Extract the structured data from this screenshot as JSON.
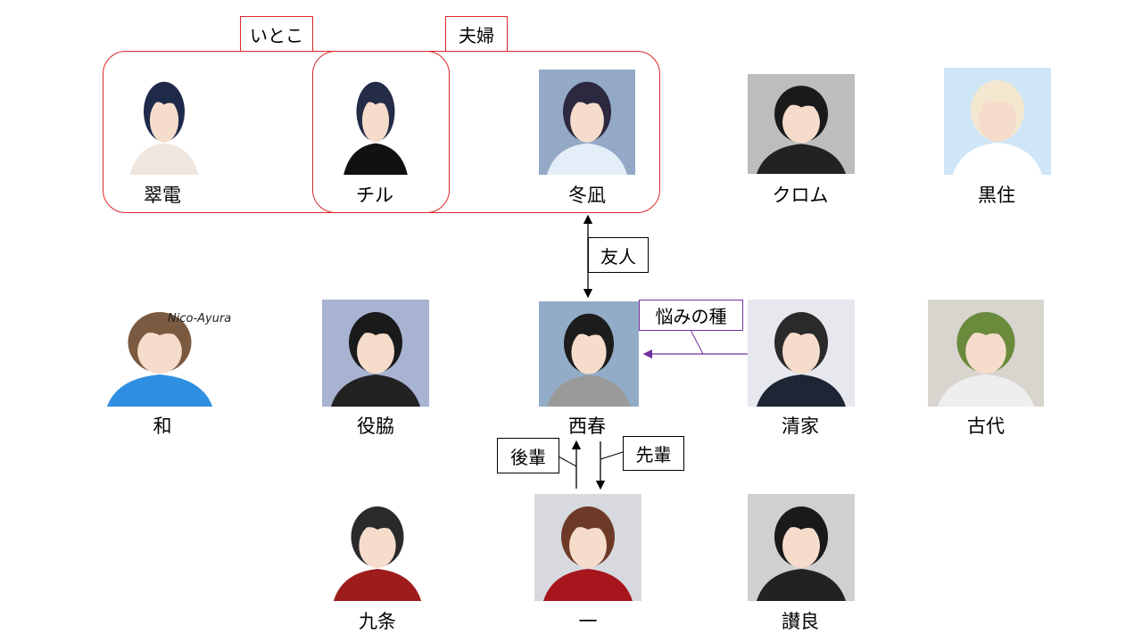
{
  "relations": {
    "cousins": "いとこ",
    "married": "夫婦",
    "friend": "友人",
    "source_of_worry": "悩みの種",
    "junior": "後輩",
    "senior": "先輩"
  },
  "watermark_text": "Nico-Ayura",
  "characters": [
    {
      "name": "翠電",
      "bg": "#ffffff",
      "hair": "#1f2a4a",
      "cloth": "#efe6e0"
    },
    {
      "name": "チル",
      "bg": "#ffffff",
      "hair": "#252c48",
      "cloth": "#111111"
    },
    {
      "name": "冬凪",
      "bg": "#93a9c6",
      "hair": "#2b2840",
      "cloth": "#e4eef8"
    },
    {
      "name": "クロム",
      "bg": "#bdbdbd",
      "hair": "#1a1a1a",
      "cloth": "#222222"
    },
    {
      "name": "黒住",
      "bg": "#cfe6f7",
      "hair": "#f3e8cf",
      "cloth": "#ffffff"
    },
    {
      "name": "和",
      "bg": "#ffffff",
      "hair": "#7a5a40",
      "cloth": "#2f8fe0"
    },
    {
      "name": "役脇",
      "bg": "#a7b3d1",
      "hair": "#1a1a1a",
      "cloth": "#222222"
    },
    {
      "name": "西春",
      "bg": "#92acc8",
      "hair": "#1c1c1c",
      "cloth": "#9a9a9a"
    },
    {
      "name": "清家",
      "bg": "#e6e8ee",
      "hair": "#2a2a2a",
      "cloth": "#1e2636"
    },
    {
      "name": "古代",
      "bg": "#d8d4ce",
      "hair": "#6a8a3c",
      "cloth": "#eeeeee"
    },
    {
      "name": "九条",
      "bg": "#ffffff",
      "hair": "#2a2a2a",
      "cloth": "#9e1c1c"
    },
    {
      "name": "一",
      "bg": "#d7d9df",
      "hair": "#6e3a28",
      "cloth": "#a6161c"
    },
    {
      "name": "讃良",
      "bg": "#d0d0d0",
      "hair": "#1a1a1a",
      "cloth": "#222222"
    }
  ]
}
